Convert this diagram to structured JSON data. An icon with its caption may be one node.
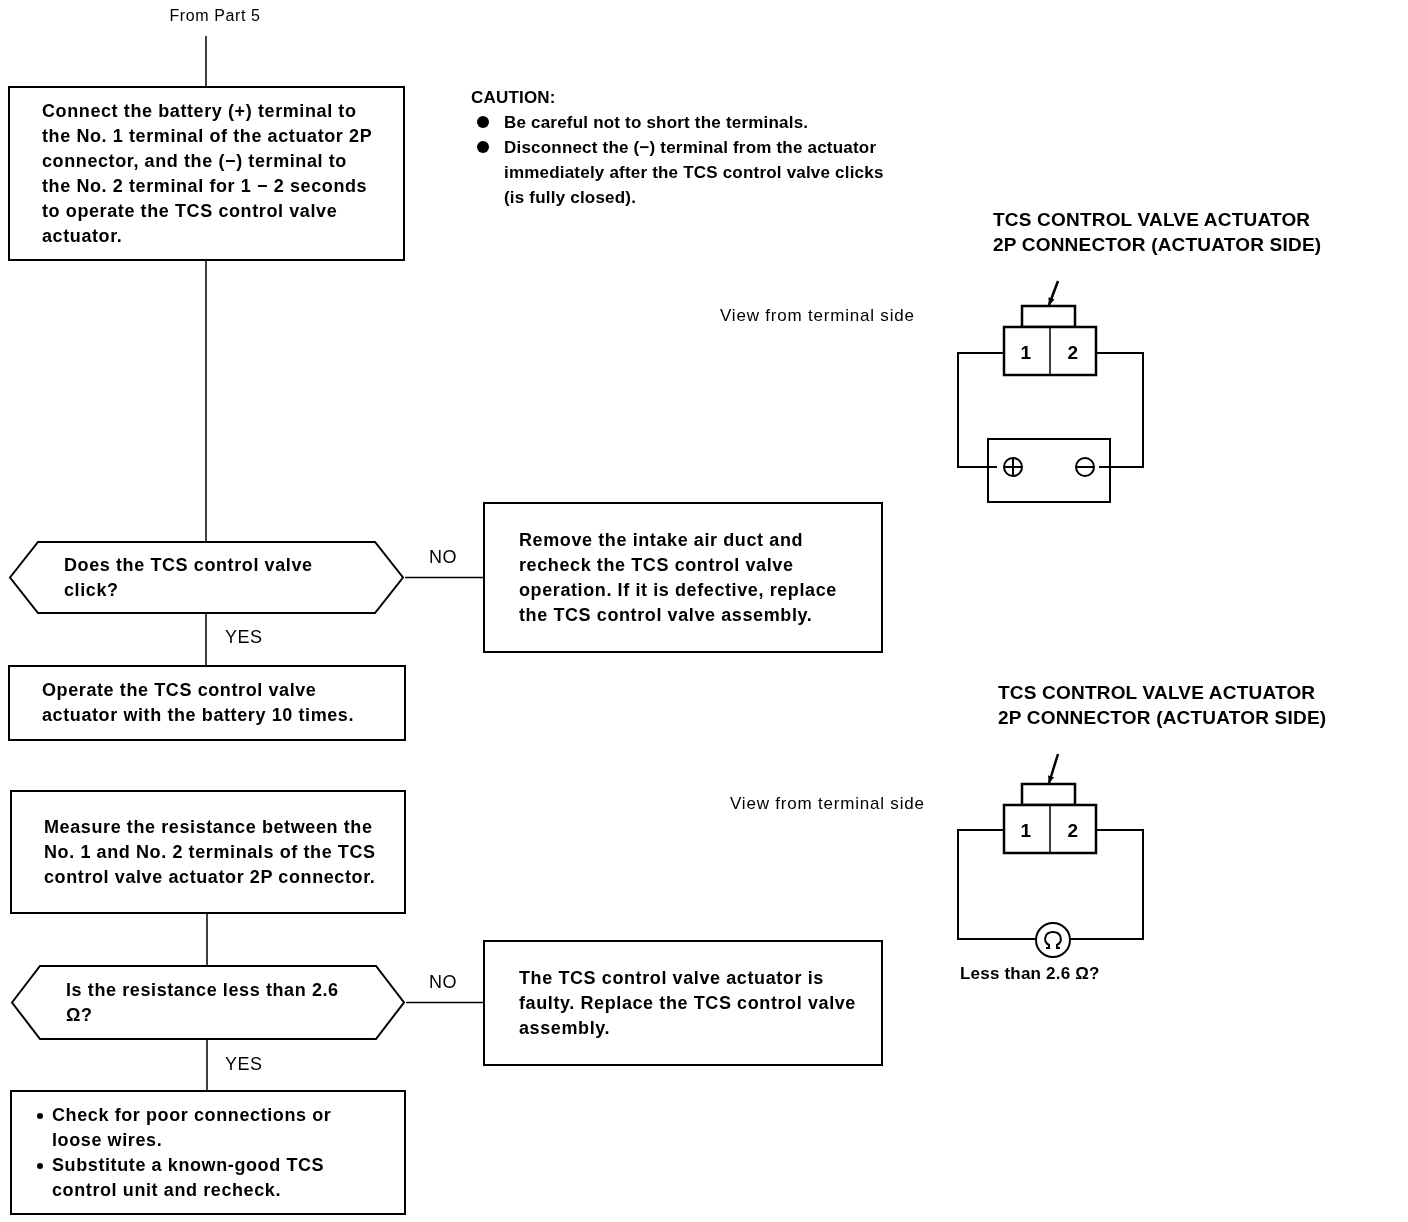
{
  "diagram": {
    "nodes": [
      {
        "text": [
          "From Part 5"
        ]
      },
      {
        "text": [
          "Connect the battery (+) terminal to the No. 1 terminal of the actuator 2P connector, and the (−) terminal to the No. 2 terminal for 1 − 2 seconds to operate the TCS control valve actuator."
        ]
      },
      {
        "text": [
          "Does the TCS control valve click?"
        ]
      },
      {
        "text": [
          "Remove the intake air duct and recheck the TCS control valve operation. If it is defective, replace the TCS control valve assembly."
        ]
      },
      {
        "text": [
          "Operate the TCS control valve actuator with the battery 10 times."
        ]
      },
      {
        "text": [
          "Measure the resistance between the No. 1 and No. 2 terminals of the TCS control valve actuator 2P connector."
        ]
      },
      {
        "text": [
          "Is the resistance less than 2.6 Ω?"
        ]
      },
      {
        "text": [
          "The TCS control valve actuator is faulty. Replace the TCS control valve assembly."
        ]
      },
      {
        "text": [
          "Check for poor connections or loose wires.",
          "Substitute a known-good TCS control unit and recheck."
        ]
      },
      {
        "text": [
          "TCS CONTROL VALVE ACTUATOR 2P CONNECTOR (ACTUATOR SIDE)"
        ]
      },
      {
        "text": [],
        "shape": "box"
      },
      {
        "text": [
          "TCS CONTROL VALVE ACTUATOR 2P CONNECTOR (ACTUATOR SIDE)"
        ]
      },
      {
        "text": [],
        "shape": "box"
      }
    ],
    "edges": [
      {
        "from": 0,
        "to": 1,
        "arrow": "none"
      },
      {
        "from": 1,
        "to": 2,
        "arrow": "none"
      },
      {
        "from": 2,
        "to": 3,
        "arrow": "none",
        "label": "NO"
      },
      {
        "from": 2,
        "to": 4,
        "arrow": "none",
        "label": "YES"
      },
      {
        "from": 5,
        "to": 6,
        "arrow": "none"
      },
      {
        "from": 6,
        "to": 7,
        "arrow": "none",
        "label": "NO"
      },
      {
        "from": 6,
        "to": 8,
        "arrow": "none",
        "label": "YES"
      },
      {
        "from": 9,
        "to": 10,
        "arrow": "to"
      },
      {
        "from": 11,
        "to": 12,
        "arrow": "to"
      }
    ],
    "labels": [
      "CAUTION:",
      "Be careful not to short the terminals.",
      "Disconnect the (−) terminal from the actuator immediately after the TCS control valve clicks (is fully closed).",
      "View from terminal side",
      "1",
      "2",
      "View from terminal side",
      "1",
      "2",
      "Less than 2.6 Ω?"
    ]
  }
}
